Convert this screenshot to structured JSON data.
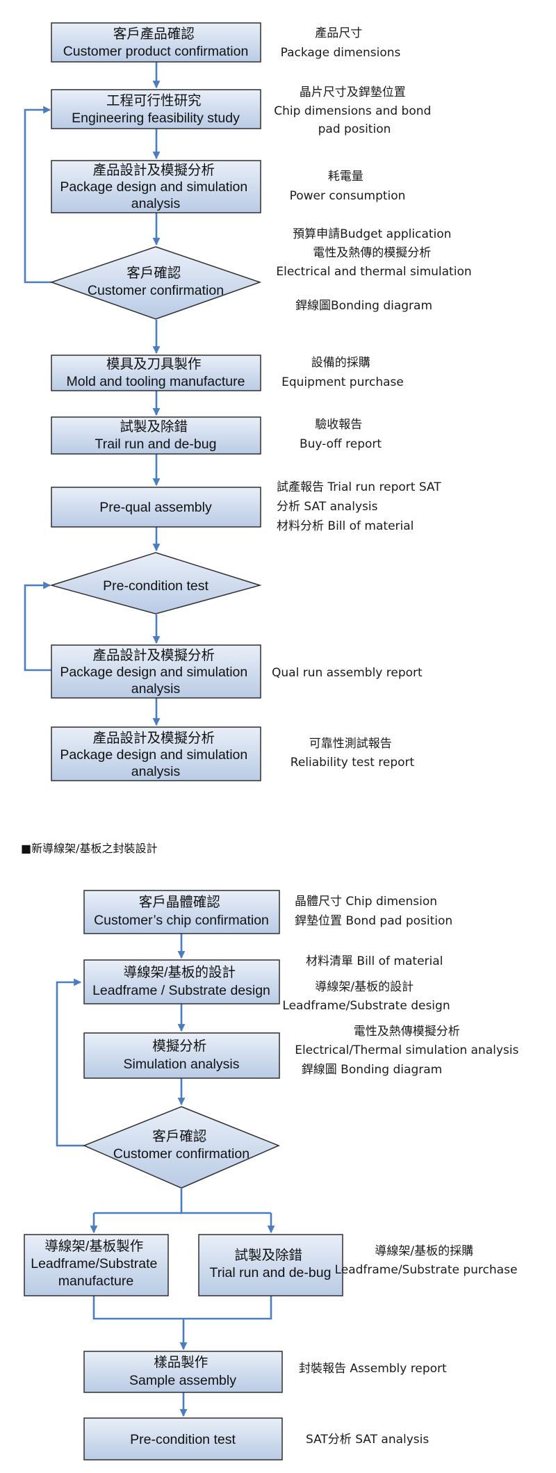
{
  "flow1": {
    "boxes": {
      "customer_product_confirmation": [
        "客戶產品確認",
        "Customer product confirmation"
      ],
      "engineering_feasibility": [
        "工程可行性研究",
        "Engineering feasibility study"
      ],
      "package_design_1": [
        "產品設計及模擬分析",
        "Package design and simulation",
        "analysis"
      ],
      "customer_confirmation": [
        "客戶確認",
        "Customer confirmation"
      ],
      "mold_tooling": [
        "模具及刀具製作",
        "Mold and tooling manufacture"
      ],
      "trial_run": [
        "試製及除錯",
        "Trail run and de-bug"
      ],
      "prequal_assembly": [
        "Pre-qual assembly"
      ],
      "precondition_test": [
        "Pre-condition test"
      ],
      "package_design_2": [
        "產品設計及模擬分析",
        "Package design and simulation",
        "analysis"
      ],
      "package_design_3": [
        "產品設計及模擬分析",
        "Package design and simulation",
        "analysis"
      ]
    },
    "notes": {
      "package_dimensions": [
        "產品尺寸",
        "Package dimensions"
      ],
      "chip_dimensions": [
        "晶片尺寸及銲墊位置",
        "Chip dimensions and bond",
        "pad position"
      ],
      "power_consumption": [
        "耗電量",
        "Power consumption"
      ],
      "budget_simulation": [
        "預算申請Budget application",
        "電性及熱傳的模擬分析",
        "Electrical and thermal simulation"
      ],
      "bonding_diagram": [
        "銲線圖Bonding diagram"
      ],
      "equipment_purchase": [
        "設備的採購",
        "Equipment purchase"
      ],
      "buyoff_report": [
        "驗收報告",
        "Buy-off report"
      ],
      "trial_report": [
        "試產報告 Trial run report SAT",
        "分析 SAT analysis",
        "材料分析 Bill of material"
      ],
      "qual_run_report": [
        "Qual run assembly report"
      ],
      "reliability_report": [
        "可靠性測試報告",
        "Reliability test report"
      ]
    }
  },
  "section_title": "■新導線架/基板之封裝設計",
  "flow2": {
    "boxes": {
      "chip_confirmation": [
        "客戶晶體確認",
        "Customer’s chip confirmation"
      ],
      "leadframe_design": [
        "導線架/基板的設計",
        "Leadframe / Substrate design"
      ],
      "simulation_analysis": [
        "模擬分析",
        "Simulation analysis"
      ],
      "customer_confirmation": [
        "客戶確認",
        "Customer confirmation"
      ],
      "leadframe_manufacture": [
        "導線架/基板製作",
        "Leadframe/Substrate",
        "manufacture"
      ],
      "trial_run": [
        "試製及除錯",
        "Trial run and de-bug"
      ],
      "sample_assembly": [
        "樣品製作",
        "Sample assembly"
      ],
      "precondition_test": [
        "Pre-condition test"
      ]
    },
    "notes": {
      "chip_dimension": [
        "晶體尺寸 Chip dimension",
        "銲墊位置 Bond pad position"
      ],
      "bill_of_material": [
        "材料清單 Bill of material"
      ],
      "leadframe_design_note": [
        "導線架/基板的設計",
        "Leadframe/Substrate design"
      ],
      "simulation_note": [
        "電性及熱傳模擬分析",
        "Electrical/Thermal simulation analysis",
        "銲線圖 Bonding diagram"
      ],
      "leadframe_purchase": [
        "導線架/基板的採購",
        "Leadframe/Substrate purchase"
      ],
      "assembly_report": [
        "封裝報告 Assembly report"
      ],
      "sat_analysis": [
        "SAT分析 SAT analysis"
      ]
    }
  }
}
